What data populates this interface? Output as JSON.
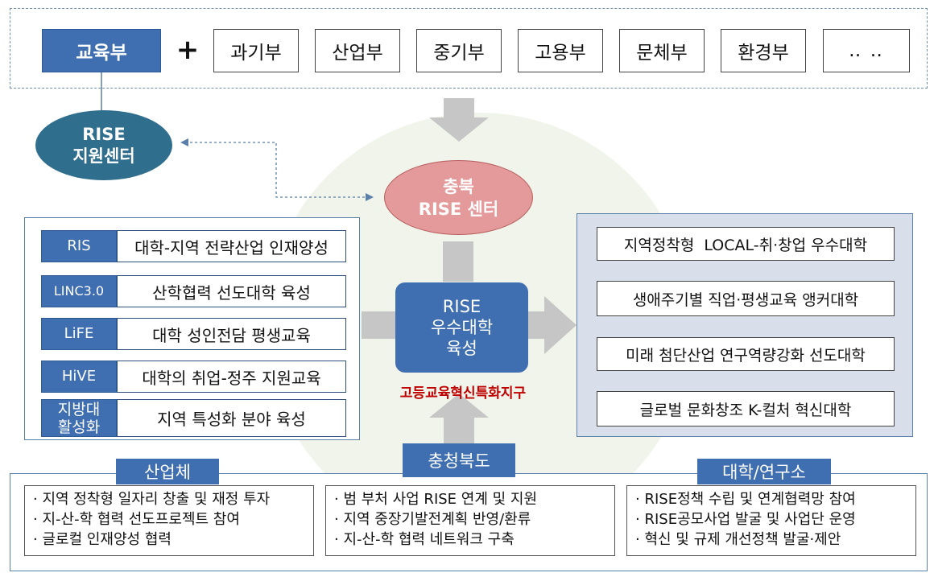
{
  "ministries": {
    "main": "교육부",
    "plus": "+",
    "others": [
      "과기부",
      "산업부",
      "중기부",
      "고용부",
      "문체부",
      "환경부",
      "‥ ‥"
    ]
  },
  "rise_support_center": {
    "line1": "RISE",
    "line2": "지원센터"
  },
  "chungbuk_center": {
    "line1": "충북",
    "line2": "RISE 센터"
  },
  "rise_univ": {
    "line1": "RISE",
    "line2": "우수대학",
    "line3": "육성"
  },
  "special_zone": "고등교육혁신특화지구",
  "programs": [
    {
      "tag": "RIS",
      "text": "대학-지역 전략산업 인재양성"
    },
    {
      "tag": "LINC3.0",
      "text": "산학협력 선도대학 육성"
    },
    {
      "tag": "LiFE",
      "text": "대학 성인전담 평생교육"
    },
    {
      "tag": "HiVE",
      "text": "대학의 취업-정주 지원교육"
    },
    {
      "tag": "지방대\n활성화",
      "text": "지역 특성화 분야 육성"
    }
  ],
  "university_types": [
    "지역정착형  LOCAL-취·창업 우수대학",
    "생애주기별 직업·평생교육 앵커대학",
    "미래 첨단산업 연구역량강화 선도대학",
    "글로벌 문화창조 K-컬처 혁신대학"
  ],
  "industry": {
    "label": "산업체",
    "items": [
      "지역 정착형 일자리 창출 및 재정 투자",
      "지-산-학 협력 선도프로젝트 참여",
      "글로컬 인재양성 협력"
    ]
  },
  "province": {
    "label": "충청북도",
    "items": [
      "범 부처 사업 RISE 연계 및 지원",
      "지역 중장기발전계획 반영/환류",
      "지-산-학 협력 네트워크 구축"
    ]
  },
  "university": {
    "label": "대학/연구소",
    "items": [
      "RISE정책 수립 및 연계협력망 참여",
      "RISE공모사업 발굴 및 사업단 운영",
      "혁신 및 규제 개선정책 발굴·제안"
    ]
  },
  "bullet": "·",
  "colors": {
    "primary_blue": "#3f6fb0",
    "oval_teal": "#2f6e8c",
    "center_pink": "#e49a9a",
    "arrow_gray": "#c6c6c6",
    "zone_red": "#c00000",
    "right_panel": "#d9dfea"
  }
}
